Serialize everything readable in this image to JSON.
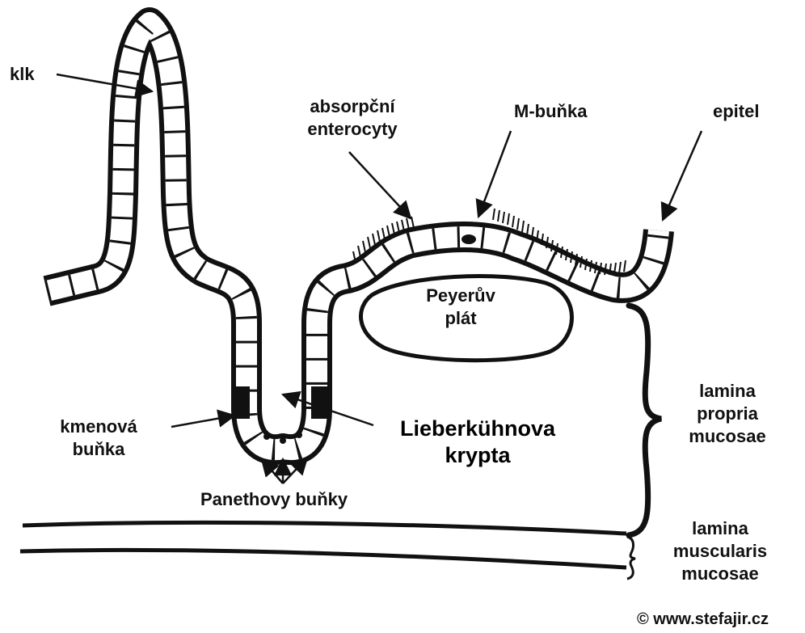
{
  "labels": {
    "klk": "klk",
    "absorpcni_1": "absorpční",
    "absorpcni_2": "enterocyty",
    "m_bunka": "M-buňka",
    "epitel": "epitel",
    "peyeruv_1": "Peyerův",
    "peyeruv_2": "plát",
    "lamina_propria_1": "lamina",
    "lamina_propria_2": "propria",
    "lamina_propria_3": "mucosae",
    "kmenova_1": "kmenová",
    "kmenova_2": "buňka",
    "lieberkuhn_1": "Lieberkühnova",
    "lieberkuhn_2": "krypta",
    "panethovy": "Panethovy buňky",
    "lamina_musc_1": "lamina",
    "lamina_musc_2": "muscularis",
    "lamina_musc_3": "mucosae",
    "credit": "© www.stefajir.cz"
  }
}
